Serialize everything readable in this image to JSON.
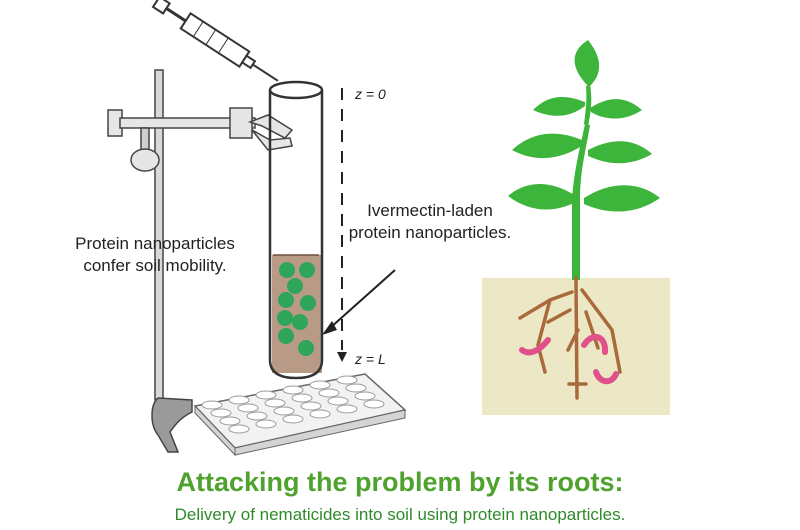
{
  "labels": {
    "protein": "Protein nanoparticles confer soil mobility.",
    "ivermectin": "Ivermectin-laden protein nanoparticles.",
    "z_top": "z = 0",
    "z_bottom": "z = L"
  },
  "caption": {
    "title": "Attacking the problem by its roots:",
    "subtitle": "Delivery of nematicides into soil using protein nanoparticles."
  },
  "colors": {
    "title_green": "#4fa22e",
    "subtitle_green": "#2f8a2a",
    "leaf_green": "#3db43a",
    "nanoparticle_green": "#2fa55a",
    "soil_fill": "#ece8c6",
    "root_brown": "#a86a3a",
    "nematode_pink": "#e0508a"
  }
}
